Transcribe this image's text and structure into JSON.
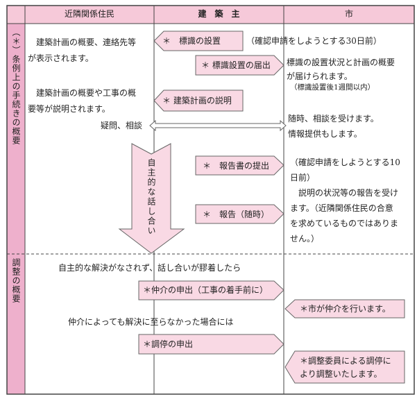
{
  "header": {
    "corner": "",
    "col_residents": "近隣関係住民",
    "col_builder": "建　築　主",
    "col_city": "市"
  },
  "sections": {
    "procedure_label": "（＊）条例上の手続きの概要",
    "adjustment_label": "調整の概要"
  },
  "procedure": {
    "residents_text_1": [
      "　建築計画の概要、連絡先等",
      "が表示されます。"
    ],
    "residents_text_2": [
      "　建築計画の概要や工事の概",
      "要等が説明されます。"
    ],
    "question_label": "疑問、相談",
    "sign_install": "＊　標識の設置",
    "sign_install_note": "（確認申請をしようとする30日前）",
    "sign_report": "＊ 標識設置の届出",
    "city_text_1": [
      "標識の設置状況と計画の概要",
      "が届けられます。"
    ],
    "city_note_1": "（標識設置後1週間以内）",
    "plan_explanation": "＊ 建築計画の説明",
    "city_text_2": [
      "随時、相談を受けます。",
      "情報提供もします。"
    ],
    "discussion_arrow": "自主的な話し合い",
    "report_submission": "＊　報告書の提出",
    "report_anytime": "＊　報告（随時）",
    "city_text_3": [
      "（確認申請をしようとする10",
      "日前）",
      "　説明の状況等の報告を受け",
      "ます。（近隣関係住民の合意",
      "を求めているものではありま",
      "せん。）"
    ]
  },
  "adjustment": {
    "deadlock_text": "自主的な解決がなされず、話し合いが膠着したら",
    "mediation_request": "＊仲介の申出（工事の着手前に）",
    "city_mediation": "＊市が仲介を行います。",
    "unresolved_text": "仲介によっても解決に至らなかった場合には",
    "conciliation_request": "＊調停の申出",
    "committee_conciliation": [
      "＊調整委員による調停に",
      "より調整いたします。"
    ]
  },
  "colors": {
    "pink": "#f9d9e4",
    "header_pink": "#f6c9d9",
    "side_pink": "#eeb0cc",
    "border": "#444"
  }
}
